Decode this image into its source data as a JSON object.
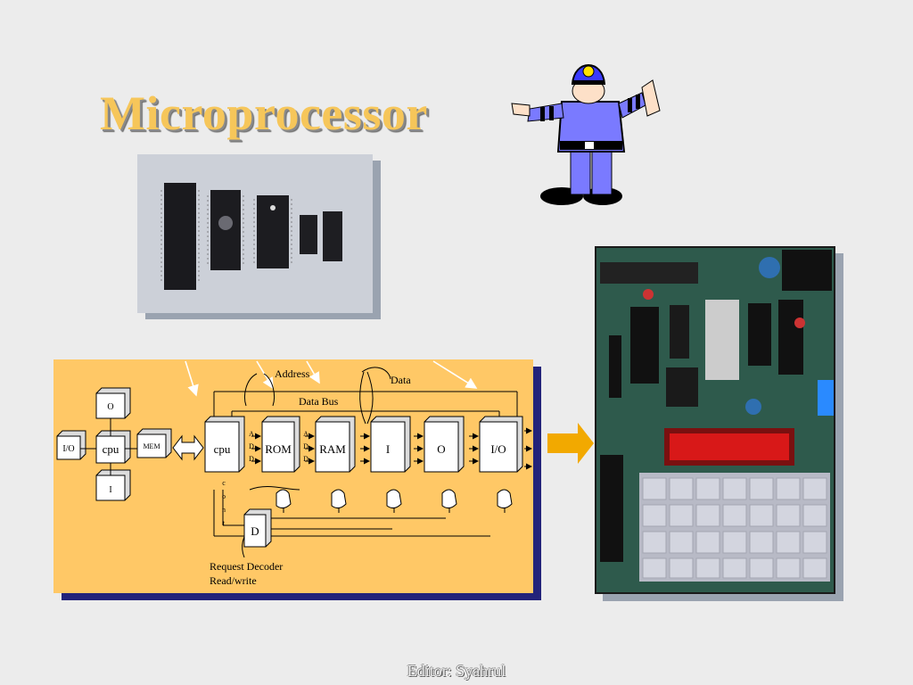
{
  "slide": {
    "title": "Microprocessor",
    "footer": "Editor: Syahrul"
  },
  "diagram": {
    "left_blocks": {
      "top": "O",
      "left": "I/O",
      "center": "cpu",
      "right": "MEM",
      "bottom": "I"
    },
    "bus_blocks": [
      "cpu",
      "ROM",
      "RAM",
      "I",
      "O",
      "I/O"
    ],
    "decoder_block": "D",
    "add_letters": [
      "A",
      "D",
      "D"
    ],
    "cont_letters": [
      "c",
      "o",
      "n",
      "t"
    ],
    "labels": {
      "address": "Address",
      "data": "Data",
      "data_bus": "Data Bus",
      "request_decoder": "Request Decoder",
      "read_write": "Read/write"
    }
  },
  "colors": {
    "title": "#f6c65a",
    "panel": "#ffc866",
    "panel_shadow": "#23237a",
    "arrow": "#f2a900",
    "board_pcb": "#2e5a4c",
    "display_red": "#d81818"
  }
}
